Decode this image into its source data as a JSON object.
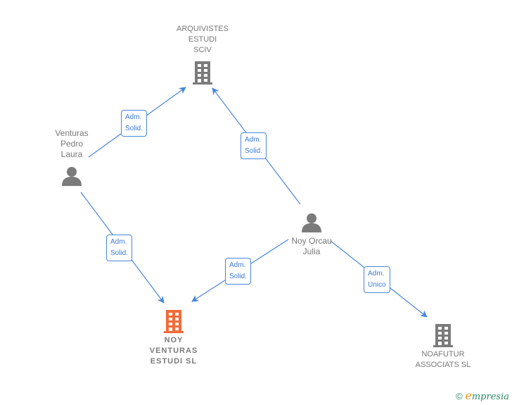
{
  "colors": {
    "edge": "#4a86d9",
    "company_icon": "#7b7b7b",
    "main_company_icon": "#f26b3a",
    "person_icon": "#7b7b7b",
    "label": "#777777"
  },
  "nodes": [
    {
      "id": "arquivistes",
      "type": "company",
      "label": "ARQUIVISTES\nESTUDI\nSCIV",
      "icon": "building-icon"
    },
    {
      "id": "venturas",
      "type": "person",
      "label": "Venturas\nPedro\nLaura",
      "icon": "person-icon"
    },
    {
      "id": "noy_orcau",
      "type": "person",
      "label": "Noy Orcau\nJulia",
      "icon": "person-icon"
    },
    {
      "id": "noy_venturas",
      "type": "main_company",
      "label": "NOY\nVENTURAS\nESTUDI  SL",
      "icon": "building-icon"
    },
    {
      "id": "noafutur",
      "type": "company",
      "label": "NOAFUTUR\nASSOCIATS  SL",
      "icon": "building-icon"
    }
  ],
  "edges": [
    {
      "from": "venturas",
      "to": "arquivistes",
      "label": "Adm.\nSolid."
    },
    {
      "from": "noy_orcau",
      "to": "arquivistes",
      "label": "Adm.\nSolid."
    },
    {
      "from": "venturas",
      "to": "noy_venturas",
      "label": "Adm.\nSolid."
    },
    {
      "from": "noy_orcau",
      "to": "noy_venturas",
      "label": "Adm.\nSolid."
    },
    {
      "from": "noy_orcau",
      "to": "noafutur",
      "label": "Adm.\nUnico"
    }
  ],
  "watermark": {
    "copyright": "©",
    "brand_initial": "e",
    "brand_rest": "mpresia"
  }
}
